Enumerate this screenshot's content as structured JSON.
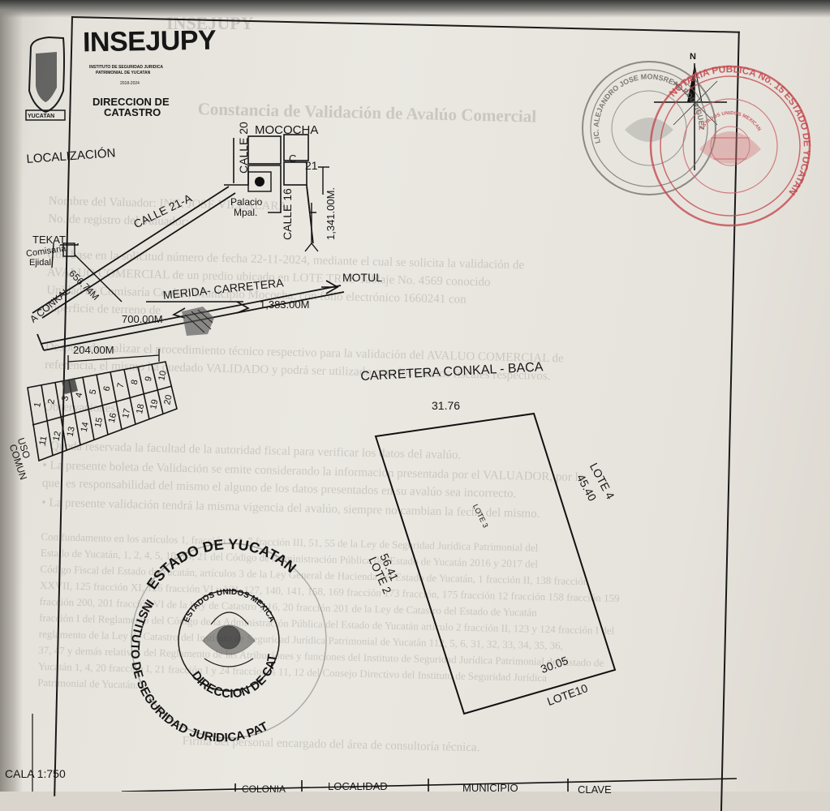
{
  "header": {
    "logo_text": "INSEJUPY",
    "institute_line1": "INSTITUTO DE SEGURIDAD JURIDICA",
    "institute_line2": "PATRIMONIAL DE YUCATAN",
    "years": "2018-2024",
    "department_line1": "DIRECCION DE",
    "department_line2": "CATASTRO",
    "shield_caption": "YUCATAN"
  },
  "map": {
    "section_title": "LOCALIZACIÓN",
    "town": "MOCOCHA",
    "calle_20": "CALLE 20",
    "calle_21a": "CALLE 21-A",
    "calle_16": "CALLE 16",
    "calle_21": "21",
    "block_c": "C",
    "palacio": "Palacio",
    "mpal": "Mpal.",
    "dist_1341": "1,341.00M.",
    "tekat": "TEKAT",
    "comisaria": "Comisaria",
    "ejidal": "Ejidal",
    "a_conkal": "A CONKAL",
    "dist_656": "656.74M",
    "merida_carretera": "MERIDA- CARRETERA",
    "motul": "MOTUL",
    "dist_700": "700.00M",
    "dist_1383": "1,383.00M",
    "dist_204": "204.00M",
    "uso_comun_1": "USO",
    "uso_comun_2": "COMUN",
    "lot_numbers_top": [
      "1",
      "2",
      "3",
      "4",
      "5",
      "6",
      "7",
      "8",
      "9",
      "10"
    ],
    "lot_numbers_bottom": [
      "11",
      "12",
      "13",
      "14",
      "15",
      "16",
      "17",
      "18",
      "19",
      "20"
    ]
  },
  "parcel": {
    "road": "CARRETERA CONKAL - BACA",
    "top_side": "31.76",
    "right_side": "45.40",
    "left_side": "56.41",
    "bottom_side": "30.05",
    "lote_4": "LOTE 4",
    "lote_2": "LOTE 2",
    "lote_10": "LOTE10",
    "lote_3": "LOTE 3"
  },
  "north_label": "N",
  "stamp_state": {
    "ring_top": "ESTADO DE YUCATAN",
    "ring_left": "INSTITUTO DE SEGURIDAD JURIDICA PATRIMONIAL DE YUCATAN",
    "inner_top": "ESTADOS UNIDOS MEXICANOS",
    "inner_bottom": "DIRECCION DE CATASTRO"
  },
  "stamp_notary": {
    "text_gray": "LIC. ALEJANDRO JOSE MONSREAL RODRIGUEZ",
    "text_red": "NOTARIA PUBLICA No. 15 ESTADO DE YUCATAN",
    "red_inner": "ESTADOS UNIDOS MEXICANOS"
  },
  "scale": "CALA 1:750",
  "footer_table": {
    "col_colonia": "COLONIA",
    "col_localidad": "LOCALIDAD",
    "col_municipio": "MUNICIPIO",
    "col_clave": "CLAVE"
  },
  "background_document": {
    "title": "INSEJUPY",
    "subtitle": "Constancia de Validación de Avalúo Comercial",
    "lines": [
      "Nombre del Valuador: ING. JOSE VILLALARA",
      "No. de registro del Valuador:",
      "Con base en la solicitud número de fecha 22-11-2024, mediante el cual se solicita la validación de",
      "AVALUO COMERCIAL de un predio ubicado en LOTE TRES Tablaje No. 4569 conocido",
      "Unidad de Comisaría Conkal, Municipio Mococha, con folio electrónico 1660241 con",
      "superficie de terreno de",
      "Después de realizar el procedimiento técnico respectivo para la validación del AVALUO COMERCIAL de",
      "referencia, el mismo ha quedado VALIDADO y podrá ser utilizado para los efectos fiscales respectivos.",
      "Observaciones:",
      "• Queda reservada la facultad de la autoridad fiscal para verificar los datos del avalúo.",
      "• La presente boleta de Validación se emite considerando la información presentada por el VALUADOR, por lo",
      "que, es responsabilidad del mismo el alguno de los datos presentados en su avalúo sea incorrecto.",
      "• La presente validación tendrá la misma vigencia del avalúo, siempre no cambian la fecha del mismo.",
      "Con fundamento en los artículos 1, fracción I, 2, 7 fracción III, 51, 55 de la Ley de Seguridad Jurídica Patrimonial del",
      "Estado de Yucatán, 1, 2, 4, 5, 10, 14, 21 del Código de Administración Pública del Estado de Yucatán 2016 y 2017 del",
      "Código Fiscal del Estado de Yucatán, artículos 3 de la Ley General de Hacienda del Estado de Yucatán, 1 fracción II, 138 fracción",
      "XXVII, 125 fracción XI, 126 fracción VI y VII, 127, 140, 141, 158, 169 fracción 173 fracción, 175 fracción 12 fracción 158 fracción 159",
      "fracción 200, 201 fracción VI de la Ley de Catastro y 16, 20 fracción 201 de la Ley de Catastro del Estado de Yucatán",
      "fracción I del Reglamento del Código de la Administración Pública del Estado de Yucatán artículo 2 fracción II, 123 y 124 fracción I del",
      "reglamento de la Ley de Catastro del Instituto de Seguridad Jurídica Patrimonial de Yucatán 112, 5, 6, 31, 32, 33, 34, 35, 36,",
      "37, 47 y demás relativos del Reglamento de las Atribuciones y funciones del Instituto de Seguridad Jurídica Patrimonial del Estado de",
      "Yucatán 1, 4, 20 fracción I, 21 fracción I y 24 fracciones 11, 12 del Consejo Directivo del Instituto de Seguridad Jurídica",
      "Patrimonial de Yucatán.",
      "Firma del personal encargado del área de consultoría técnica."
    ]
  }
}
